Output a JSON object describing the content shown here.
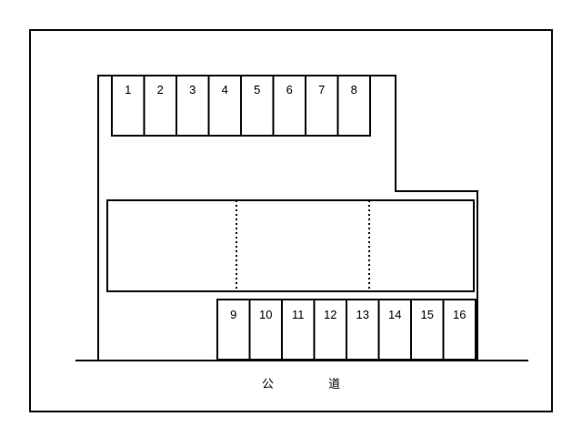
{
  "colors": {
    "line": "#000000",
    "background": "#ffffff"
  },
  "top_row": {
    "slots": [
      "1",
      "2",
      "3",
      "4",
      "5",
      "6",
      "7",
      "8"
    ]
  },
  "bottom_row": {
    "slots": [
      "9",
      "10",
      "11",
      "12",
      "13",
      "14",
      "15",
      "16"
    ]
  },
  "road": {
    "label": "公 道"
  }
}
